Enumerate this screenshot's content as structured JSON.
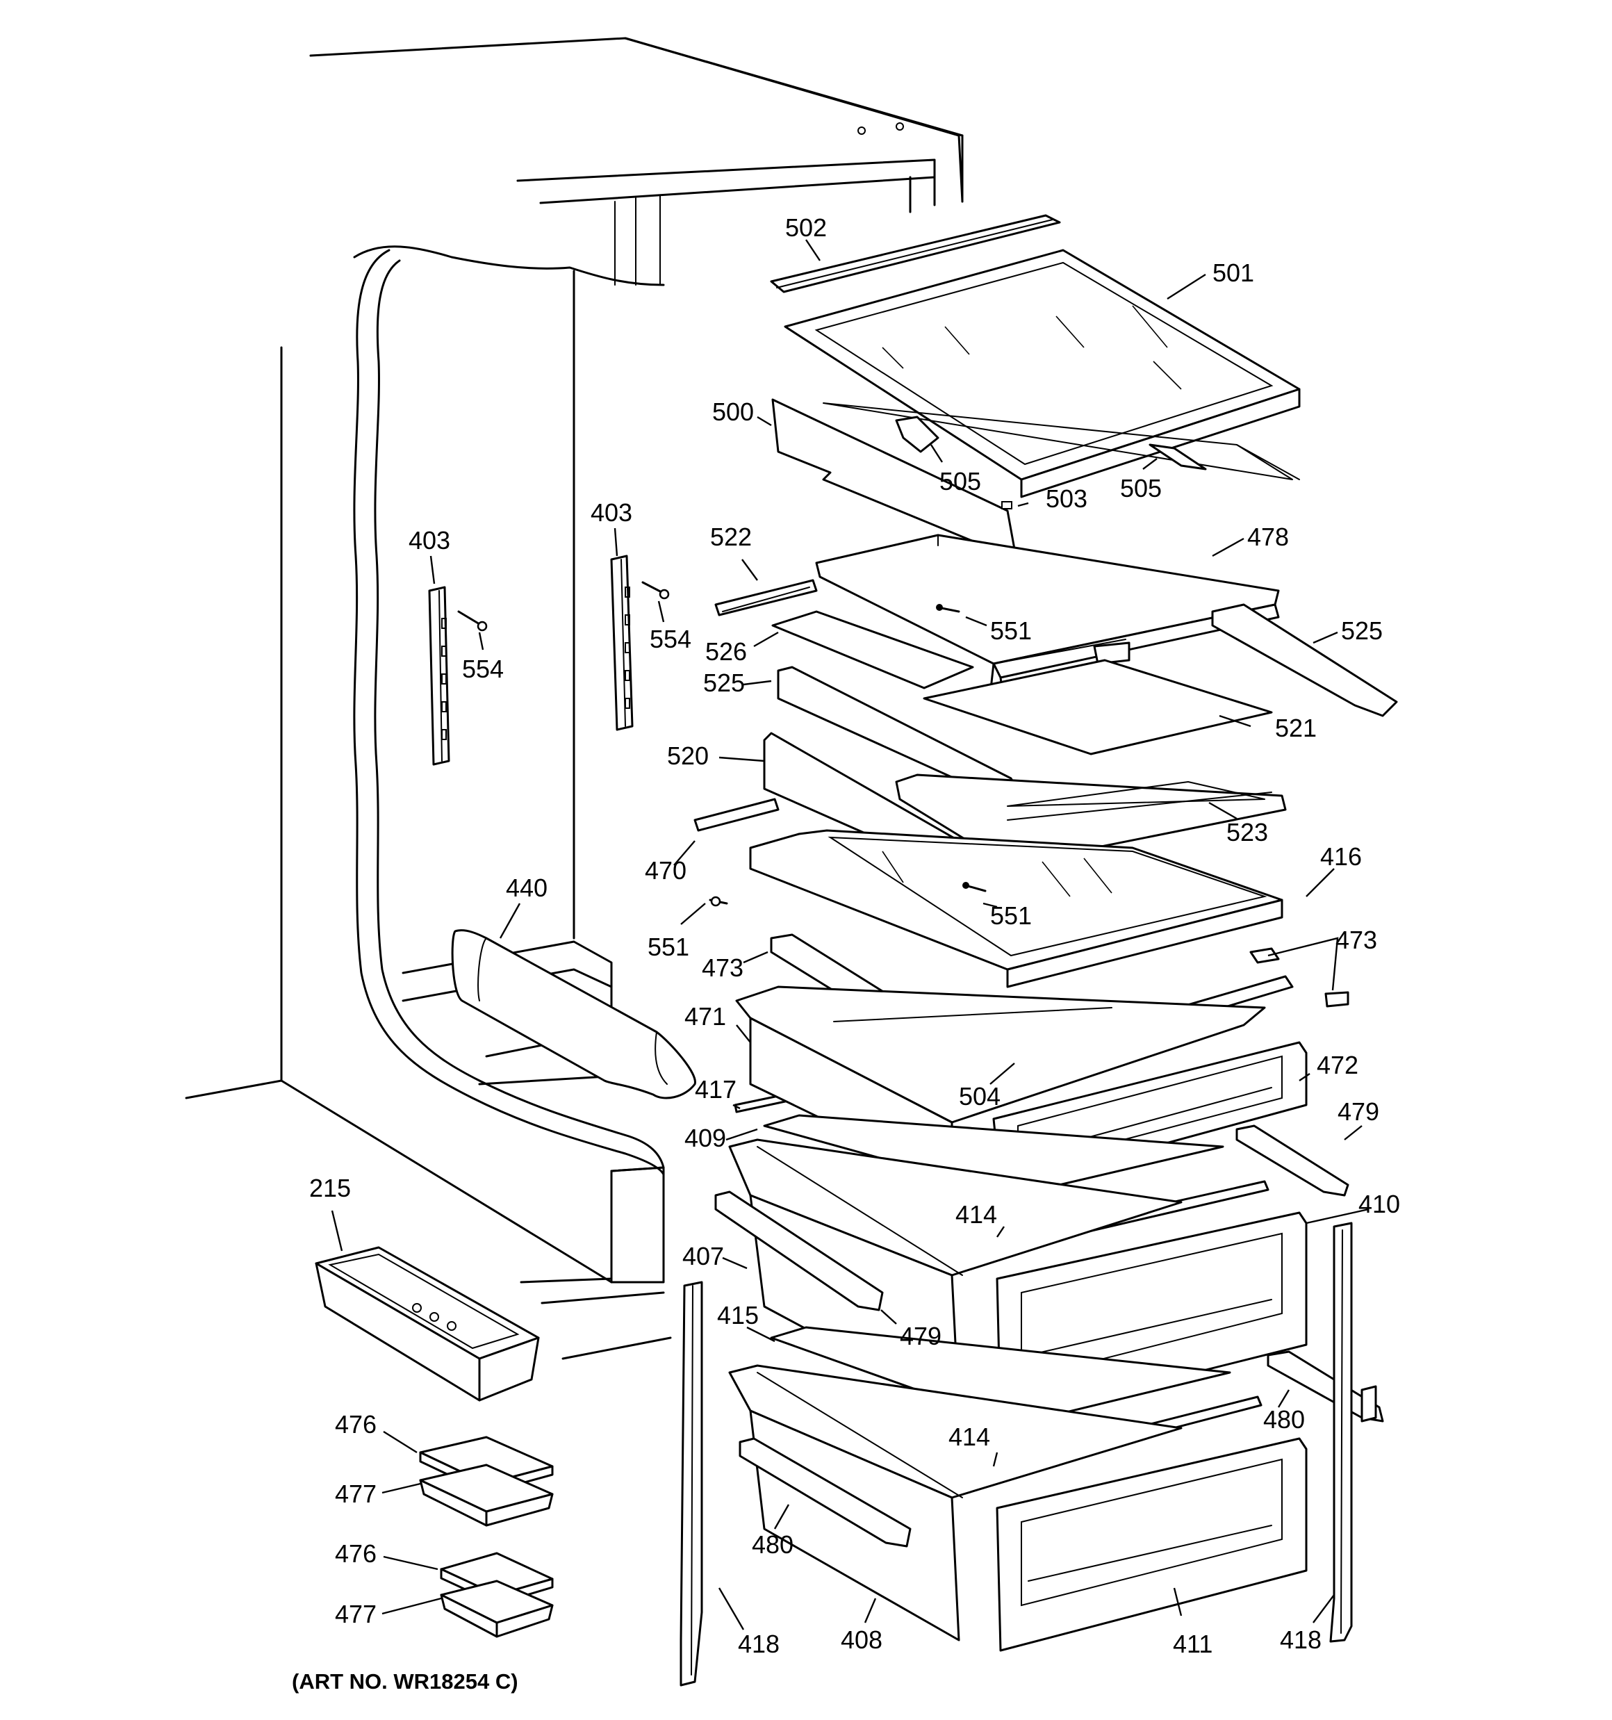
{
  "callouts": [
    {
      "id": "c502",
      "label": "502"
    },
    {
      "id": "c501",
      "label": "501"
    },
    {
      "id": "c500",
      "label": "500"
    },
    {
      "id": "c505a",
      "label": "505"
    },
    {
      "id": "c505b",
      "label": "505"
    },
    {
      "id": "c503",
      "label": "503"
    },
    {
      "id": "c478",
      "label": "478"
    },
    {
      "id": "c522",
      "label": "522"
    },
    {
      "id": "c551a",
      "label": "551"
    },
    {
      "id": "c525a",
      "label": "525"
    },
    {
      "id": "c526",
      "label": "526"
    },
    {
      "id": "c525b",
      "label": "525"
    },
    {
      "id": "c521",
      "label": "521"
    },
    {
      "id": "c520",
      "label": "520"
    },
    {
      "id": "c523",
      "label": "523"
    },
    {
      "id": "c470",
      "label": "470"
    },
    {
      "id": "c416",
      "label": "416"
    },
    {
      "id": "c551b",
      "label": "551"
    },
    {
      "id": "c551c",
      "label": "551"
    },
    {
      "id": "c473a",
      "label": "473"
    },
    {
      "id": "c473b",
      "label": "473"
    },
    {
      "id": "c471",
      "label": "471"
    },
    {
      "id": "c472",
      "label": "472"
    },
    {
      "id": "c417",
      "label": "417"
    },
    {
      "id": "c504",
      "label": "504"
    },
    {
      "id": "c479a",
      "label": "479"
    },
    {
      "id": "c409",
      "label": "409"
    },
    {
      "id": "c414a",
      "label": "414"
    },
    {
      "id": "c410",
      "label": "410"
    },
    {
      "id": "c407",
      "label": "407"
    },
    {
      "id": "c479b",
      "label": "479"
    },
    {
      "id": "c415",
      "label": "415"
    },
    {
      "id": "c480a",
      "label": "480"
    },
    {
      "id": "c414b",
      "label": "414"
    },
    {
      "id": "c480b",
      "label": "480"
    },
    {
      "id": "c418a",
      "label": "418"
    },
    {
      "id": "c408",
      "label": "408"
    },
    {
      "id": "c411",
      "label": "411"
    },
    {
      "id": "c418b",
      "label": "418"
    },
    {
      "id": "c403a",
      "label": "403"
    },
    {
      "id": "c554a",
      "label": "554"
    },
    {
      "id": "c403b",
      "label": "403"
    },
    {
      "id": "c554b",
      "label": "554"
    },
    {
      "id": "c440",
      "label": "440"
    },
    {
      "id": "c215",
      "label": "215"
    },
    {
      "id": "c476a",
      "label": "476"
    },
    {
      "id": "c477a",
      "label": "477"
    },
    {
      "id": "c476b",
      "label": "476"
    },
    {
      "id": "c477b",
      "label": "477"
    }
  ],
  "art_number": "(ART NO. WR18254 C)"
}
